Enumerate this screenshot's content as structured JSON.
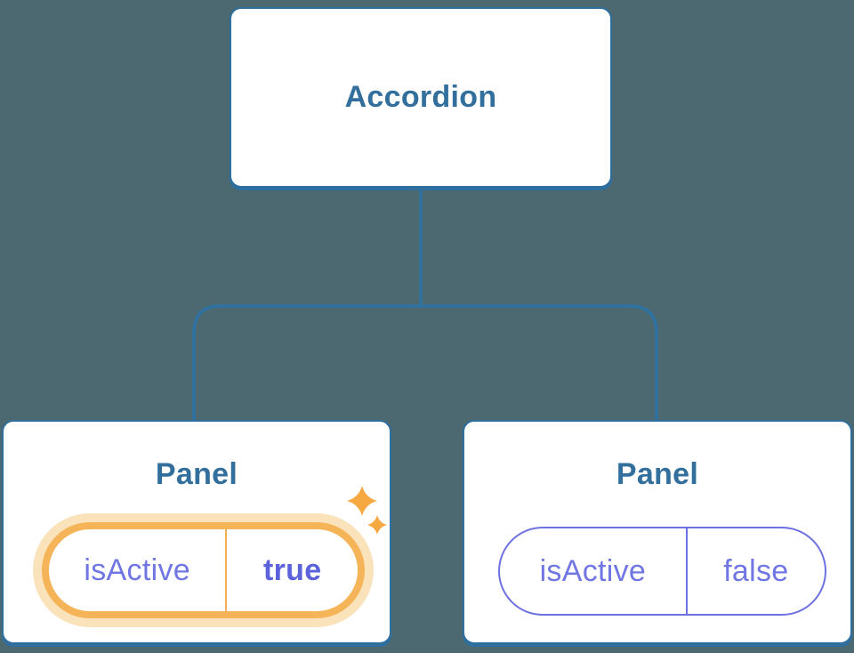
{
  "diagram": {
    "kind": "component-state-tree",
    "root": {
      "label": "Accordion"
    },
    "panels": [
      {
        "label": "Panel",
        "state": {
          "key": "isActive",
          "value": "true"
        },
        "highlighted": true
      },
      {
        "label": "Panel",
        "state": {
          "key": "isActive",
          "value": "false"
        },
        "highlighted": false
      }
    ]
  },
  "icons": {
    "sparkles": "sparkles-icon"
  },
  "colors": {
    "background": "#4C6971",
    "node_fill": "#FFFFFF",
    "node_border": "#2E6F9F",
    "node_text": "#326F9D",
    "connector_line": "#2E72A3",
    "state_text": "#7177E2",
    "state_value_active_text": "#5B62DB",
    "state_border_inactive": "#6D72E0",
    "highlight_border": "#F6B459",
    "highlight_glow": "#FAE2BB",
    "highlight_divider": "#F2AF53",
    "sparkle": "#F5A940"
  }
}
